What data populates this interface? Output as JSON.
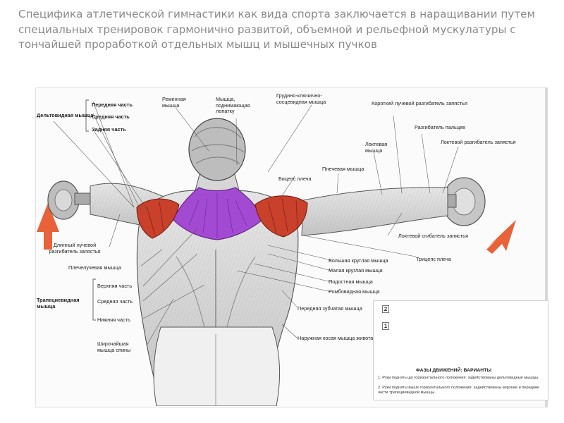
{
  "slide": {
    "heading": "Специфика атлетической гимнастики как вида спорта заключается в наращивании путем специальных тренировок гармонично развитой, объемной и рельефной мускулатуры с тончайшей проработкой отдельных мышц и мышечных пучков"
  },
  "labels": {
    "deltoid_group": "Дельтовидная мышца",
    "deltoid_front": "Передняя часть",
    "deltoid_middle": "Средняя часть",
    "deltoid_rear": "Задняя часть",
    "splenius": "Ременная мышца",
    "levator_scapulae": "Мышца, поднимающая лопатку",
    "sternocleidomastoid": "Грудино-ключично-сосцевидная мышца",
    "ecr_brevis": "Короткий лучевой разгибатель запястья",
    "finger_extensor": "Разгибатель пальцев",
    "elbow_muscle": "Локтевая мышца",
    "ecu": "Локтевой разгибатель запястья",
    "brachialis": "Плечевая мышца",
    "biceps": "Бицепс плеча",
    "ecr_longus": "Длинный лучевой разгибатель запястья",
    "fcu": "Локтевой сгибатель запястья",
    "triceps": "Трицепс плеча",
    "brachioradialis": "Плечелучевая мышца",
    "teres_major": "Большая круглая мышца",
    "teres_minor": "Малая круглая мышца",
    "infraspinatus": "Подостная мышца",
    "rhomboid": "Ромбовидная мышца",
    "trapezius_group": "Трапециевидная мышца",
    "trapezius_upper": "Верхняя часть",
    "trapezius_middle": "Средняя часть",
    "trapezius_lower": "Нижняя часть",
    "serratus": "Передняя зубчатая мышца",
    "external_oblique": "Наружная косая мышца живота",
    "latissimus": "Широчайшая мышца спины"
  },
  "inset": {
    "title": "ФАЗЫ ДВИЖЕНИЙ: ВАРИАНТЫ",
    "phase_2": "2",
    "phase_1": "1",
    "note_1": "1. Руки подняты до горизонтального положения: задействованы дельтовидные мышцы.",
    "note_2": "2. Руки подняты выше горизонтального положения: задействованы верхние и передние части трапециевидной мышцы."
  },
  "colors": {
    "heading_text": "#8a8a8a",
    "deltoid_highlight": "#c9402b",
    "trapezius_highlight": "#a24ad2",
    "arrow": "#e8623a"
  }
}
